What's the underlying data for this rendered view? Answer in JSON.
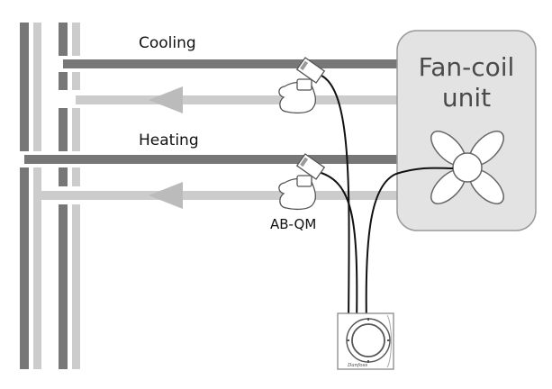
{
  "labels": {
    "cooling": "Cooling",
    "heating": "Heating",
    "valve": "AB-QM"
  },
  "fan_coil": {
    "line1": "Fan-coil",
    "line2": "unit"
  },
  "thermostat": {
    "brand_mark": "Danfoss"
  },
  "colors": {
    "supply_pipe": "#777777",
    "return_pipe": "#cccccc",
    "unit_fill": "#e3e3e3",
    "unit_stroke": "#999999",
    "wire": "#111111"
  },
  "icons": [
    "valve-icon",
    "actuator-icon",
    "fan-icon",
    "thermostat-icon",
    "flow-arrow-icon"
  ]
}
